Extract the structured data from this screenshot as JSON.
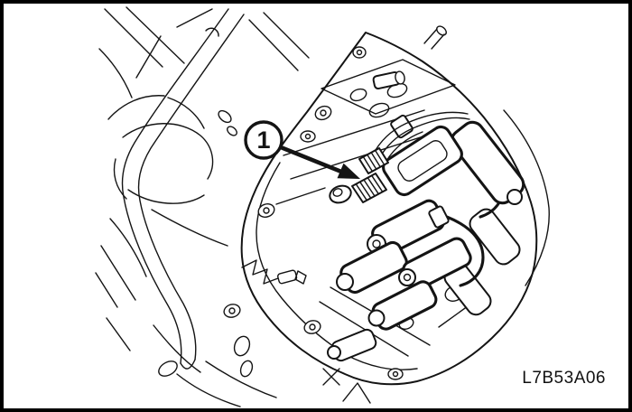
{
  "figure": {
    "code": "L7B53A06",
    "callout": {
      "number": "1",
      "points_to": "solenoid-wiring-connector"
    },
    "colors": {
      "ink": "#141414",
      "background": "#ffffff",
      "frame_border": "#000000"
    }
  }
}
